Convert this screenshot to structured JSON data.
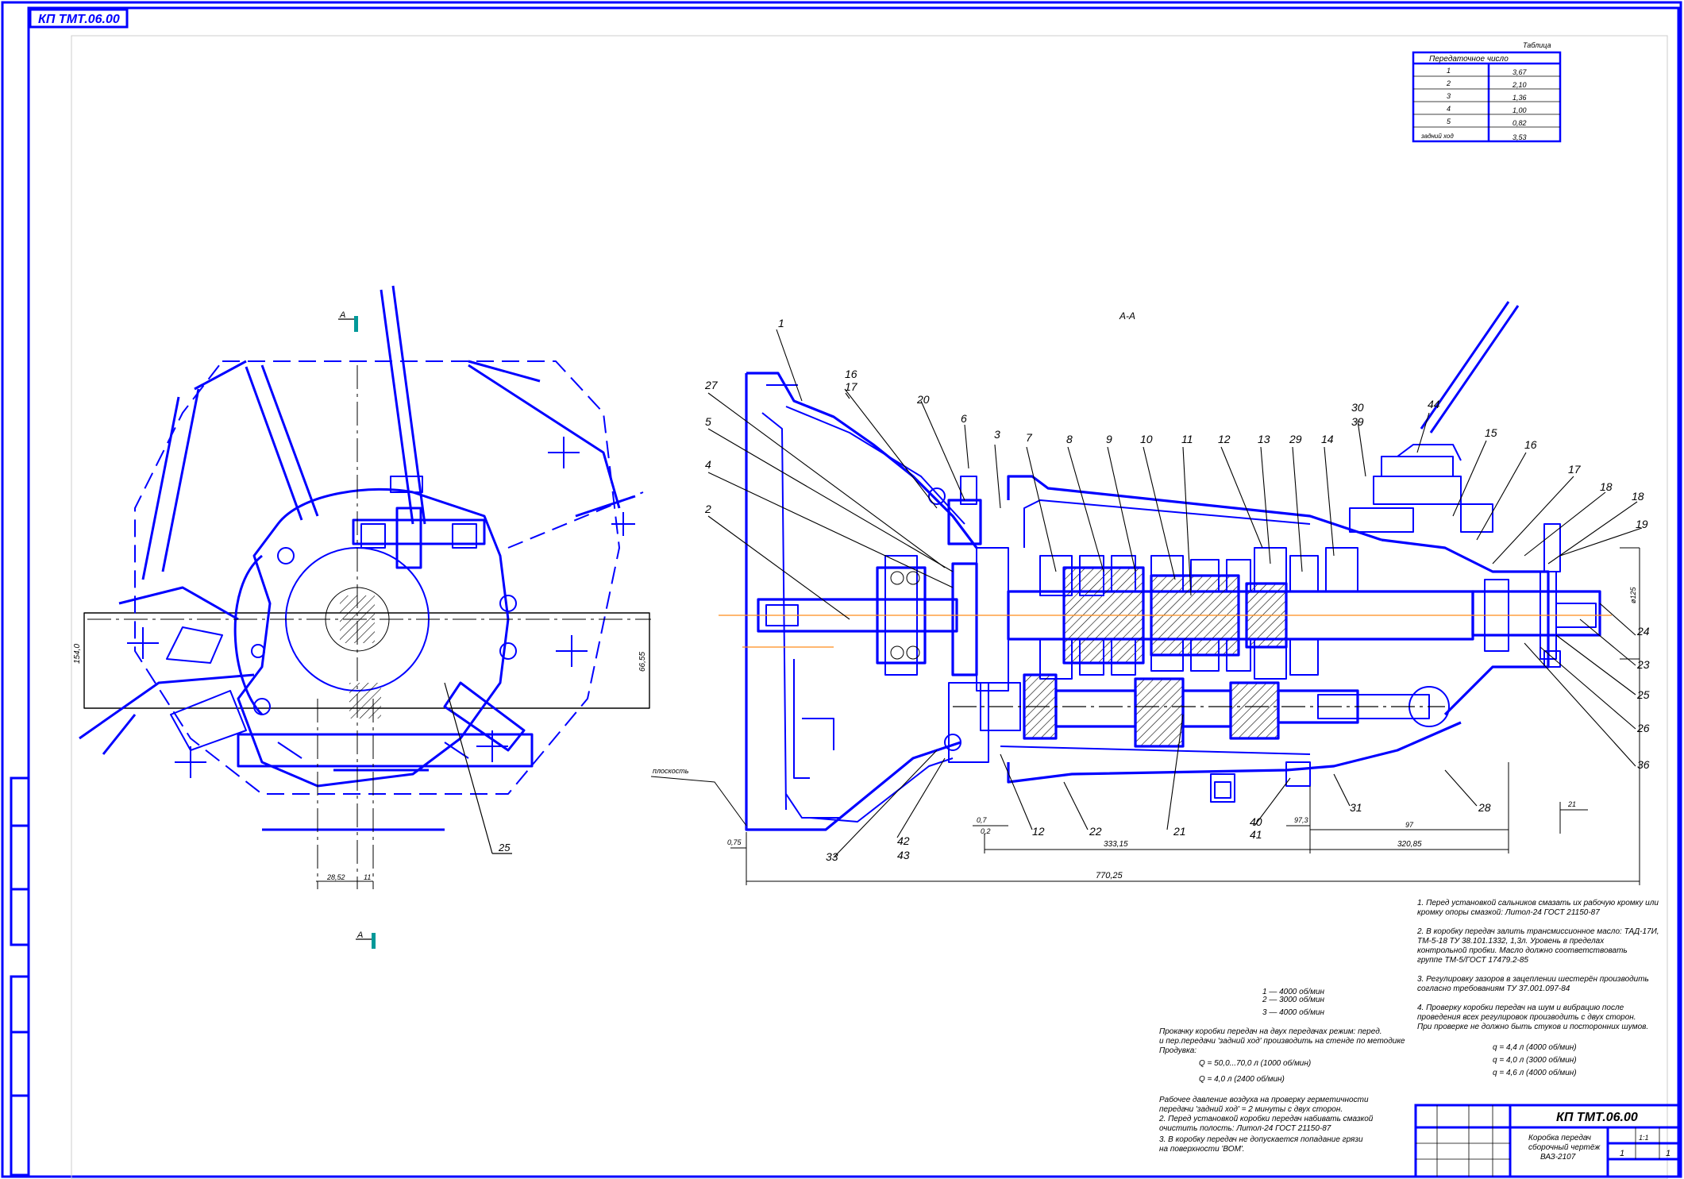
{
  "sheet": {
    "stamp_top": "КП ТМТ.06.00",
    "colors": {
      "line": "#0000ff",
      "dark": "#000000",
      "accent": "#ff8c1a",
      "teal": "#009999"
    }
  },
  "side_view": {
    "section_mark_top": "А",
    "section_mark_bottom": "А",
    "callout": "25",
    "dim_left": "154,0",
    "dim_right": "66,55",
    "dim_bottom_a": "28,52",
    "dim_bottom_b": "11"
  },
  "main_view": {
    "section_title": "А-А",
    "callouts_top": [
      "1",
      "16",
      "17",
      "20",
      "6",
      "3",
      "7",
      "8",
      "9",
      "10",
      "11",
      "12",
      "13",
      "29",
      "14",
      "30",
      "39",
      "44",
      "15",
      "16",
      "17",
      "18",
      "18",
      "19"
    ],
    "callouts_left": [
      "27",
      "5",
      "4",
      "2"
    ],
    "callouts_right": [
      "24",
      "23",
      "25",
      "26",
      "36"
    ],
    "callouts_bottom": [
      "33",
      "42",
      "43",
      "12",
      "22",
      "21",
      "40",
      "41",
      "31",
      "28"
    ],
    "ground_label": "плоскость",
    "dim_total": "770,25",
    "dim_a": "333,15",
    "dim_b": "320,85",
    "dim_c": "0,7",
    "dim_d": "97",
    "dim_e": "21",
    "dim_f": "0,75",
    "dim_g": "97,3",
    "dim_h": "0,2",
    "dim_i": "ø125"
  },
  "gear_table": {
    "caption": "Таблица",
    "header": "Передаточное число",
    "rows": [
      [
        "1",
        "3,67"
      ],
      [
        "2",
        "2,10"
      ],
      [
        "3",
        "1,36"
      ],
      [
        "4",
        "1,00"
      ],
      [
        "5",
        "0,82"
      ],
      [
        "задний ход",
        "3,53"
      ]
    ]
  },
  "notes": {
    "left": [
      "Прокачку коробки передач на двух передачах режим: перед.",
      "и пер.передачи 'задний ход' производить на стенде по методике",
      "Продувка:",
      "Рабочее давление воздуха на проверку герметичности",
      "передачи 'задний ход' = 2 минуты с двух сторон.",
      "2. Перед установкой коробки передач набивать смазкой",
      "очистить полость: Литол-24 ГОСТ 21150-87",
      "3. В коробку передач не допускается попадание грязи",
      "на поверхности 'ВОМ'."
    ],
    "right": [
      "1. Перед установкой сальников смазать их рабочую кромку или",
      "кромку опоры смазкой: Литол-24 ГОСТ 21150-87",
      "2. В коробку передач залить трансмиссионное масло: ТАД-17И,",
      "ТМ-5-18 ТУ 38.101.1332, 1,3л. Уровень в пределах",
      "контрольной пробки. Масло должно соответствовать",
      "группе ТМ-5/ГОСТ 17479.2-85",
      "3. Регулировку зазоров в зацеплении шестерён производить",
      "согласно требованиям ТУ 37.001.097-84",
      "4. Проверку коробки передач на шум и вибрацию после",
      "проведения всех регулировок производить с двух сторон.",
      "При проверке не должно быть стуков и посторонних шумов."
    ],
    "formulas_top": [
      "1 — 4000 об/мин",
      "2 — 3000 об/мин",
      "3 — 4000 об/мин"
    ],
    "formulas_mid": [
      "Q = 50,0...70,0 л (1000 об/мин)",
      "Q = 4,0 л (2400 об/мин)"
    ],
    "formulas_right": [
      "q = 4,4 л (4000 об/мин)",
      "q = 4,0 л (3000 об/мин)",
      "q = 4,6 л (4000 об/мин)"
    ]
  },
  "title_block": {
    "designation": "КП ТМТ.06.00",
    "name_line1": "Коробка передач",
    "name_line2": "сборочный чертёж",
    "name_line3": "ВАЗ-2107",
    "sheet_no": "1",
    "sheets": "1",
    "scale": "1:1"
  }
}
